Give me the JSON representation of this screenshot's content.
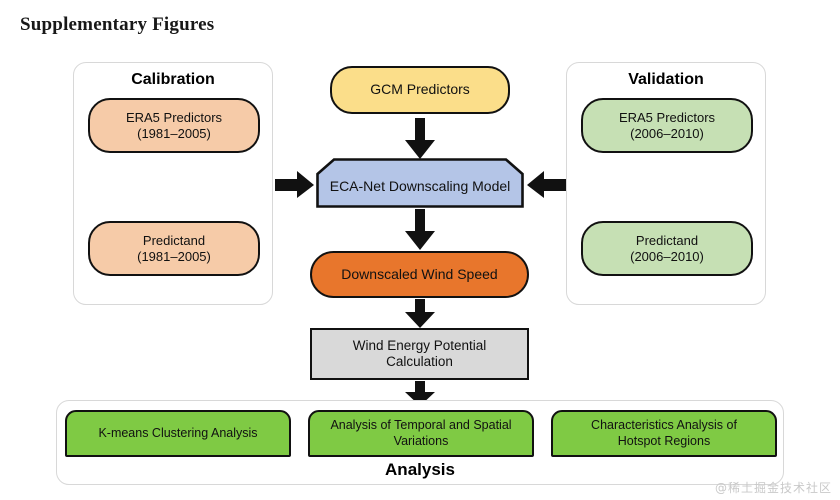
{
  "title": "Supplementary Figures",
  "watermark": "@稀土掘金技术社区",
  "colors": {
    "calibration_fill": "#F6CBA8",
    "validation_fill": "#C6E0B4",
    "gcm_fill": "#FBDE8A",
    "model_fill": "#B4C5E7",
    "wind_fill": "#E8762C",
    "calc_fill": "#D9D9D9",
    "analysis_fill": "#7FCA44",
    "stroke": "#111111",
    "panel_border": "#D8D8D8"
  },
  "panels": {
    "calibration": {
      "title": "Calibration",
      "nodes": [
        {
          "name": "era5-predictors-calibration",
          "line1": "ERA5 Predictors",
          "line2": "(1981–2005)"
        },
        {
          "name": "predictand-calibration",
          "line1": "Predictand",
          "line2": "(1981–2005)"
        }
      ]
    },
    "validation": {
      "title": "Validation",
      "nodes": [
        {
          "name": "era5-predictors-validation",
          "line1": "ERA5 Predictors",
          "line2": "(2006–2010)"
        },
        {
          "name": "predictand-validation",
          "line1": "Predictand",
          "line2": "(2006–2010)"
        }
      ]
    },
    "analysis": {
      "title": "Analysis",
      "nodes": [
        {
          "name": "k-means-clustering-analysis",
          "line1": "K-means Clustering Analysis",
          "line2": ""
        },
        {
          "name": "temporal-spatial-variations-analysis",
          "line1": "Analysis of Temporal and Spatial",
          "line2": "Variations"
        },
        {
          "name": "hotspot-regions-analysis",
          "line1": "Characteristics Analysis of",
          "line2": "Hotspot Regions"
        }
      ]
    }
  },
  "center": {
    "gcm": {
      "label": "GCM Predictors"
    },
    "model": {
      "label": "ECA-Net Downscaling Model"
    },
    "wind": {
      "label": "Downscaled Wind Speed"
    },
    "calc": {
      "line1": "Wind Energy Potential",
      "line2": "Calculation"
    }
  },
  "arrows": {
    "gcm_to_model": "arrow-down",
    "calibration_to_model": "arrow-right",
    "validation_to_model": "arrow-left",
    "model_to_wind": "arrow-down",
    "wind_to_calc": "arrow-down",
    "calc_to_analysis": "arrow-down"
  }
}
